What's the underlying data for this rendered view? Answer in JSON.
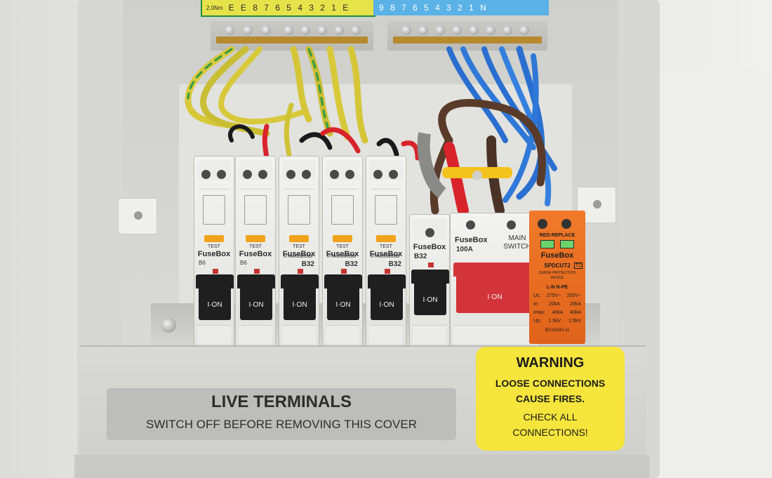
{
  "earth_bar": {
    "numbers": "E E 8 7 6 5 4 3 2 1 E",
    "tag": "2.0Nm"
  },
  "neutral_bar": {
    "numbers": "9 8 7 6 5 4 3 2 1 N"
  },
  "breakers": [
    {
      "test": "TEST",
      "brand": "FuseBox",
      "model": "B6",
      "rating": "",
      "toggle": "I·ON",
      "handle": "black"
    },
    {
      "test": "TEST",
      "brand": "FuseBox",
      "model": "B6",
      "rating": "",
      "toggle": "I·ON",
      "handle": "black"
    },
    {
      "test": "TEST",
      "brand": "FuseBox",
      "model": "RTA063230B",
      "rating": "B32",
      "toggle": "I·ON",
      "handle": "black"
    },
    {
      "test": "TEST",
      "brand": "FuseBox",
      "model": "RTA063230B",
      "rating": "B32",
      "toggle": "I·ON",
      "handle": "black"
    },
    {
      "test": "TEST",
      "brand": "FuseBox",
      "model": "RTA063230B",
      "rating": "B32",
      "toggle": "I·ON",
      "handle": "black"
    },
    {
      "test": "",
      "brand": "FuseBox",
      "model": "B32",
      "rating": "",
      "toggle": "I·ON",
      "handle": "black"
    }
  ],
  "main_switch": {
    "brand": "FuseBox",
    "rating": "100A",
    "label_line1": "MAIN",
    "label_line2": "SWITCH",
    "toggle": "I·ON"
  },
  "spd": {
    "status": "RED:REPLACE",
    "brand": "FuseBox",
    "model": "SPDCUT2",
    "type": "T2",
    "desc1": "SURGE PROTECTION",
    "desc2": "DEVICE",
    "cols": "L-N   N-PE",
    "rows": [
      {
        "k": "Uc:",
        "a": "275V~",
        "b": "255V~"
      },
      {
        "k": "In:",
        "a": "20kA",
        "b": "20kA"
      },
      {
        "k": "Imax:",
        "a": "40kA",
        "b": "40kA"
      },
      {
        "k": "Up:",
        "a": "1.5kV",
        "b": "1.5kV"
      }
    ],
    "standard": "IEC61643-11"
  },
  "cover_sticker": {
    "title": "LIVE TERMINALS",
    "subtitle": "SWITCH OFF BEFORE REMOVING THIS COVER"
  },
  "warning_sticker": {
    "title": "WARNING",
    "line1": "LOOSE CONNECTIONS",
    "line2": "CAUSE FIRES.",
    "line3": "CHECK ALL",
    "line4": "CONNECTIONS!"
  },
  "colors": {
    "earth": "#e6e24a",
    "earth_stripe": "#1d8e3d",
    "neutral": "#5ab2e6",
    "live_red": "#d9232b",
    "brown": "#5a3b2a",
    "spd_orange": "#f07a2a",
    "warning_yellow": "#f5e53c"
  }
}
